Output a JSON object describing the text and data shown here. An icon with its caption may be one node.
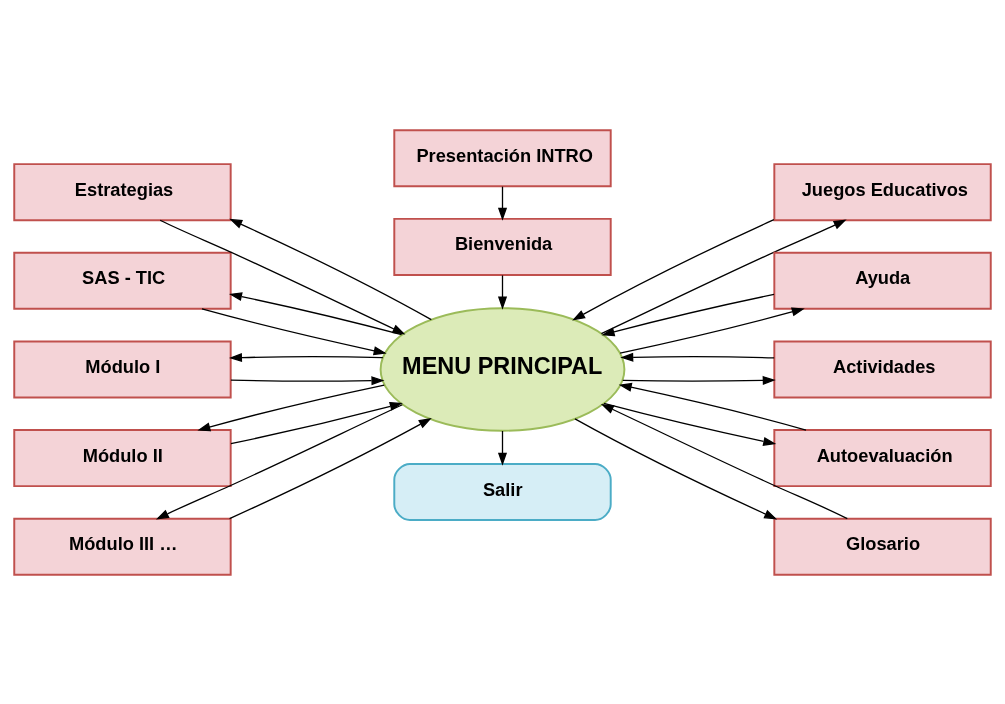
{
  "diagram": {
    "nodes": [
      {
        "text": [
          "Presentación INTRO"
        ]
      },
      {
        "text": [
          "Bienvenida"
        ]
      },
      {
        "text": [
          "MENU PRINCIPAL"
        ]
      },
      {
        "text": [
          "Estrategias"
        ]
      },
      {
        "text": [
          "SAS - TIC"
        ]
      },
      {
        "text": [
          "Módulo I"
        ]
      },
      {
        "text": [
          "Módulo II"
        ]
      },
      {
        "text": [
          "Módulo III …"
        ]
      },
      {
        "text": [
          "Juegos Educativos"
        ]
      },
      {
        "text": [
          "Ayuda"
        ]
      },
      {
        "text": [
          "Actividades"
        ]
      },
      {
        "text": [
          "Autoevaluación"
        ]
      },
      {
        "text": [
          "Glosario"
        ]
      },
      {
        "text": [
          "Salir"
        ]
      }
    ],
    "edges": [
      {
        "from": 0,
        "to": 1,
        "arrow": "to"
      },
      {
        "from": 1,
        "to": 2,
        "arrow": "to"
      },
      {
        "from": 3,
        "to": 2,
        "arrow": "to"
      },
      {
        "from": 2,
        "to": 3,
        "arrow": "to"
      },
      {
        "from": 4,
        "to": 2,
        "arrow": "to"
      },
      {
        "from": 2,
        "to": 4,
        "arrow": "to"
      },
      {
        "from": 5,
        "to": 2,
        "arrow": "to"
      },
      {
        "from": 2,
        "to": 5,
        "arrow": "to"
      },
      {
        "from": 2,
        "to": 6,
        "arrow": "to"
      },
      {
        "from": 6,
        "to": 2,
        "arrow": "to"
      },
      {
        "from": 2,
        "to": 7,
        "arrow": "to"
      },
      {
        "from": 7,
        "to": 2,
        "arrow": "to"
      },
      {
        "from": 2,
        "to": 8,
        "arrow": "to"
      },
      {
        "from": 8,
        "to": 2,
        "arrow": "to"
      },
      {
        "from": 2,
        "to": 9,
        "arrow": "to"
      },
      {
        "from": 9,
        "to": 2,
        "arrow": "to"
      },
      {
        "from": 2,
        "to": 10,
        "arrow": "to"
      },
      {
        "from": 10,
        "to": 2,
        "arrow": "to"
      },
      {
        "from": 2,
        "to": 11,
        "arrow": "to"
      },
      {
        "from": 11,
        "to": 2,
        "arrow": "to"
      },
      {
        "from": 12,
        "to": 2,
        "arrow": "to"
      },
      {
        "from": 2,
        "to": 12,
        "arrow": "to"
      },
      {
        "from": 2,
        "to": 13,
        "arrow": "to"
      }
    ]
  }
}
